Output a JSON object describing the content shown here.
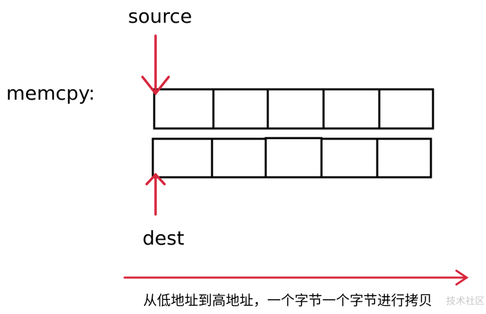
{
  "labels": {
    "source": "source",
    "function": "memcpy:",
    "dest": "dest",
    "caption": "从低地址到高地址，一个字节一个字节进行拷贝",
    "watermark": "技术社区"
  },
  "colors": {
    "arrow": "#d7263d",
    "box_stroke": "#000000",
    "text": "#000000",
    "watermark": "#c8c8c8"
  },
  "diagram": {
    "source_cells": 5,
    "dest_cells": 5
  }
}
